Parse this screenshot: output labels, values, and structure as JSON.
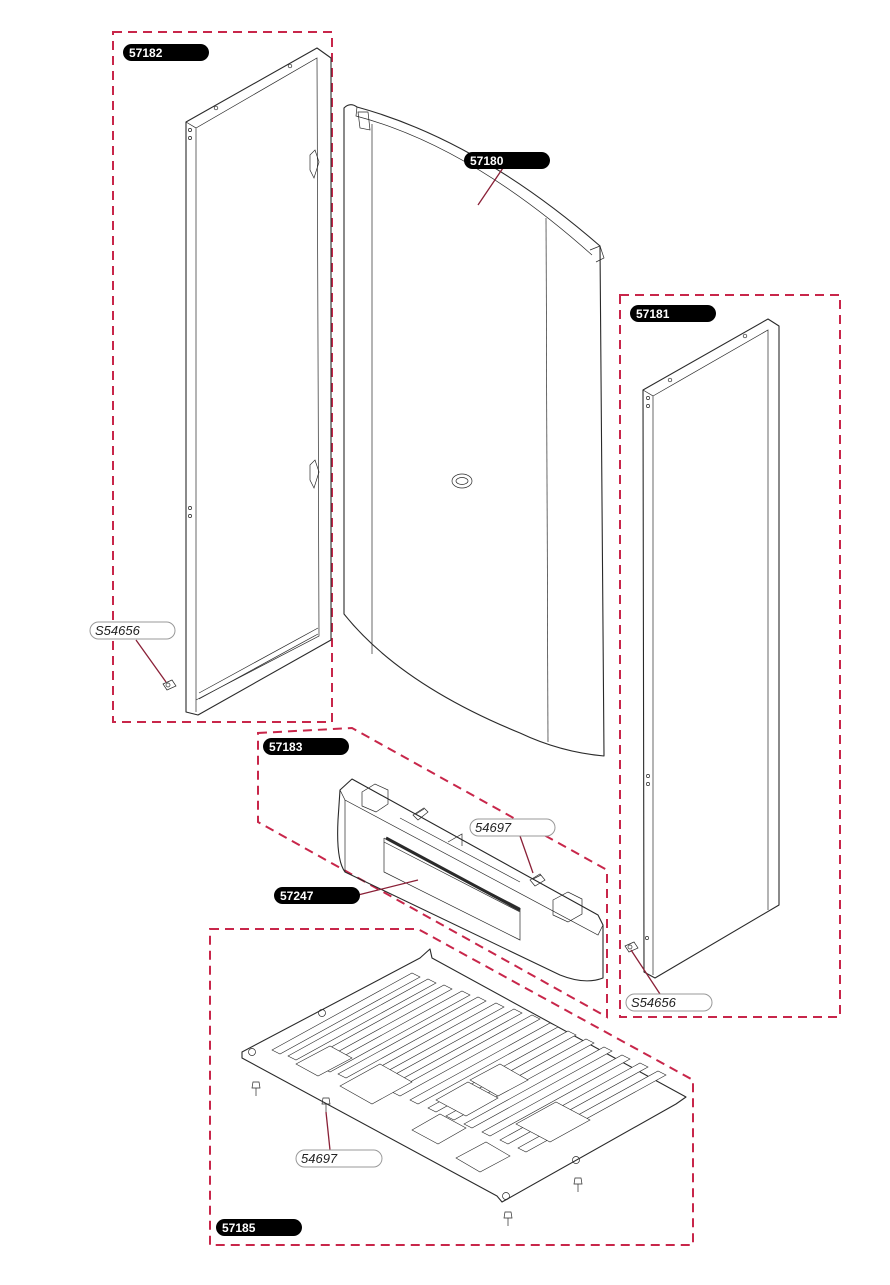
{
  "colors": {
    "group_outline": "#c8264a",
    "label_fill": "#000000",
    "label_text": "#ffffff",
    "callout_border": "#999999",
    "leader": "#8a2037"
  },
  "labels": {
    "part_57182": "57182",
    "part_57180": "57180",
    "part_57181": "57181",
    "part_57183": "57183",
    "part_57247": "57247",
    "part_57185": "57185"
  },
  "callouts": {
    "screw_left": "S54656",
    "screw_right": "S54656",
    "fastener_bracket": "54697",
    "fastener_grille": "54697"
  }
}
